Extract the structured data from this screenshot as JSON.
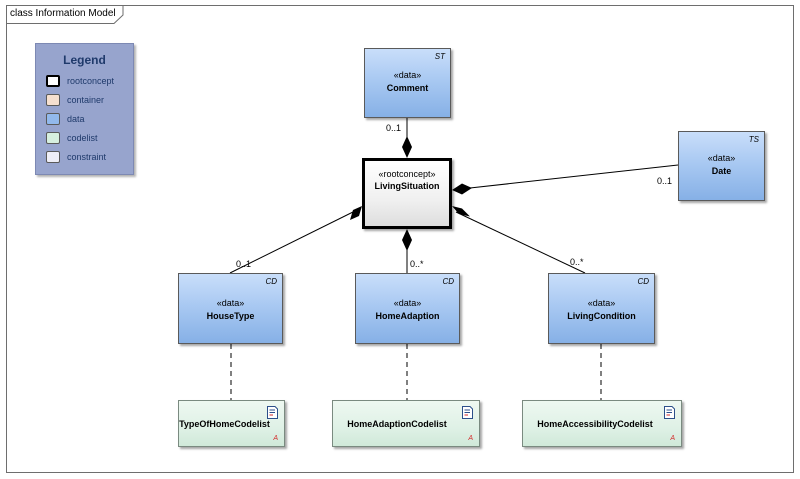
{
  "frame": {
    "title": "class Information Model"
  },
  "legend": {
    "title": "Legend",
    "items": [
      {
        "label": "rootconcept",
        "color": "#ffffff",
        "border": "#000000"
      },
      {
        "label": "container",
        "color": "#f6e0cf",
        "border": "#7a6a5a"
      },
      {
        "label": "data",
        "color": "#92b9ec",
        "border": "#5a6a8a"
      },
      {
        "label": "codelist",
        "color": "#d6efdf",
        "border": "#6a8a75"
      },
      {
        "label": "constraint",
        "color": "#eeeef7",
        "border": "#6a6a80"
      }
    ]
  },
  "classes": {
    "comment": {
      "stereotype": "«data»",
      "name": "Comment",
      "tag": "ST"
    },
    "living_situation": {
      "stereotype": "«rootconcept»",
      "name": "LivingSituation"
    },
    "date": {
      "stereotype": "«data»",
      "name": "Date",
      "tag": "TS"
    },
    "house_type": {
      "stereotype": "«data»",
      "name": "HouseType",
      "tag": "CD"
    },
    "home_adaption": {
      "stereotype": "«data»",
      "name": "HomeAdaption",
      "tag": "CD"
    },
    "living_condition": {
      "stereotype": "«data»",
      "name": "LivingCondition",
      "tag": "CD"
    }
  },
  "codelists": {
    "type_of_home": {
      "name": "TypeOfHomeCodelist",
      "marker": "A"
    },
    "home_adaption": {
      "name": "HomeAdaptionCodelist",
      "marker": "A"
    },
    "home_accessibility": {
      "name": "HomeAccessibilityCodelist",
      "marker": "A"
    }
  },
  "multiplicities": {
    "comment": "0..1",
    "date": "0..1",
    "house_type": "0..1",
    "home_adaption": "0..*",
    "living_condition": "0..*"
  }
}
